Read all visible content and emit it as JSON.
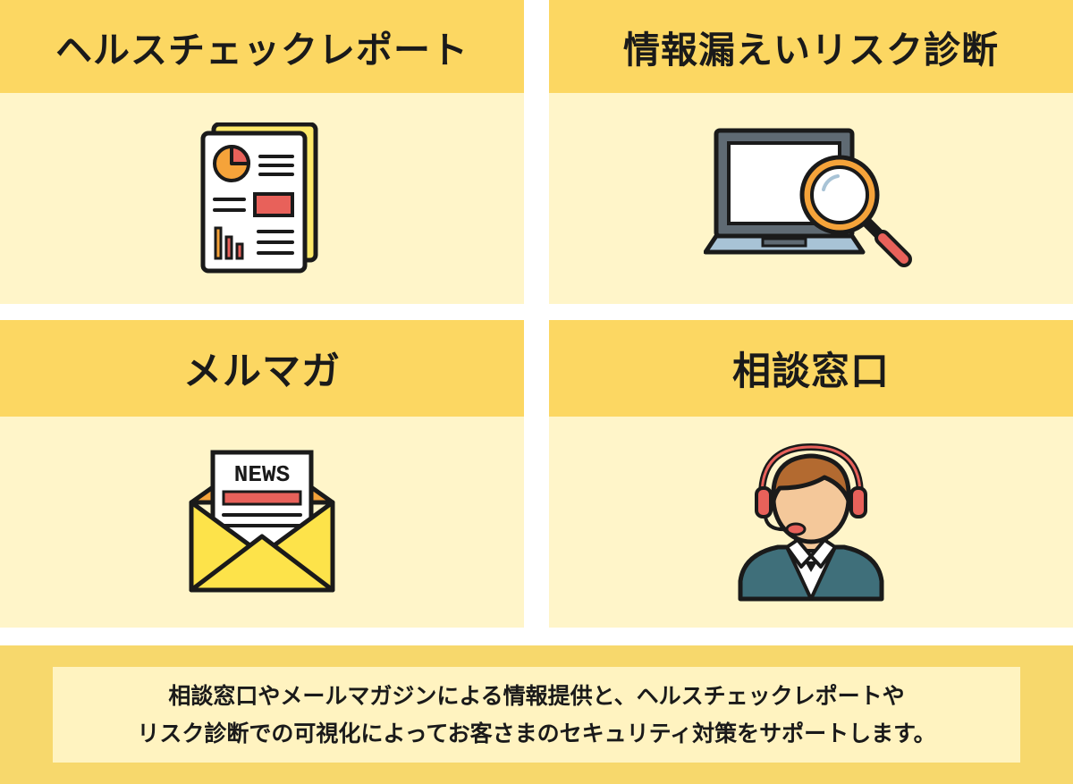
{
  "cards": [
    {
      "title": "ヘルスチェックレポート",
      "icon": "report-document-icon"
    },
    {
      "title": "情報漏えいリスク診断",
      "icon": "laptop-magnifier-icon"
    },
    {
      "title": "メルマガ",
      "icon": "newsletter-envelope-icon",
      "icon_text": "NEWS"
    },
    {
      "title": "相談窓口",
      "icon": "support-operator-headset-icon"
    }
  ],
  "footer": {
    "line1": "相談窓口やメールマガジンによる情報提供と、ヘルスチェックレポートや",
    "line2": "リスク診断での可視化によってお客さまのセキュリティ対策をサポートします。"
  },
  "colors": {
    "header_yellow": "#fcd762",
    "body_cream": "#fff5c9",
    "footer_outer": "#f7d86c",
    "footer_inner": "#fff3c0",
    "accent_orange": "#f5a33a",
    "accent_red": "#e8615a"
  }
}
